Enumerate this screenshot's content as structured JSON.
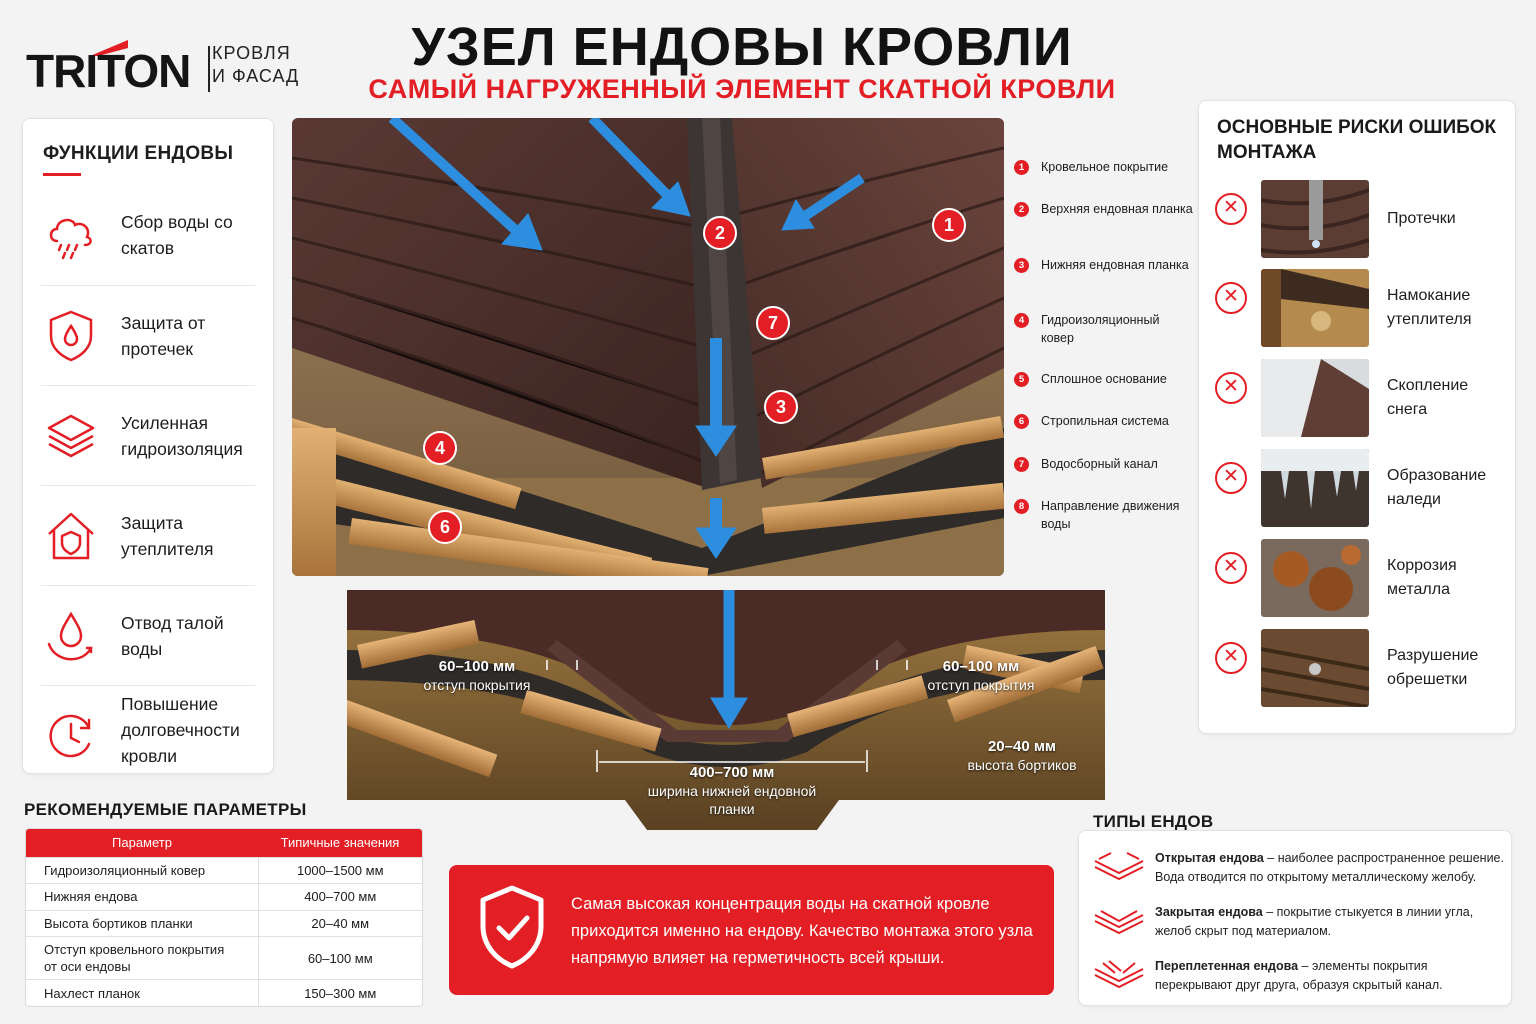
{
  "header": {
    "logo_text": "TRITON",
    "logo_tagline_1": "КРОВЛЯ",
    "logo_tagline_2": "И ФАСАД",
    "title": "УЗЕЛ ЕНДОВЫ КРОВЛИ",
    "subtitle": "САМЫЙ НАГРУЖЕННЫЙ ЭЛЕМЕНТ СКАТНОЙ КРОВЛИ"
  },
  "functions": {
    "title": "ФУНКЦИИ ЕНДОВЫ",
    "items": [
      {
        "icon": "rain-cloud-icon",
        "label": "Сбор воды со скатов"
      },
      {
        "icon": "shield-drop-icon",
        "label": "Защита от протечек"
      },
      {
        "icon": "layers-icon",
        "label": "Усиленная гидроизоляция"
      },
      {
        "icon": "house-shield-icon",
        "label": "Защита утеплителя"
      },
      {
        "icon": "drop-arrow-icon",
        "label": "Отвод талой воды"
      },
      {
        "icon": "clock-icon",
        "label": "Повышение долговечности кровли"
      }
    ]
  },
  "diagram": {
    "markers": [
      "1",
      "2",
      "3",
      "4",
      "6",
      "7"
    ],
    "legend": [
      {
        "num": "1",
        "label": "Кровельное покрытие"
      },
      {
        "num": "2",
        "label": "Верхняя ендовная планка"
      },
      {
        "num": "3",
        "label": "Нижняя ендовная планка"
      },
      {
        "num": "4",
        "label": "Гидроизоляционный ковер"
      },
      {
        "num": "5",
        "label": "Сплошное основание"
      },
      {
        "num": "6",
        "label": "Стропильная система"
      },
      {
        "num": "7",
        "label": "Водосборный канал"
      },
      {
        "num": "8",
        "label": "Направление движения воды"
      }
    ]
  },
  "section": {
    "left_value": "60–100 мм",
    "left_caption": "отступ покрытия",
    "right_value": "60–100 мм",
    "right_caption": "отступ покрытия",
    "height_value": "20–40 мм",
    "height_caption": "высота бортиков",
    "width_value": "400–700 мм",
    "width_caption": "ширина нижней ендовной планки"
  },
  "risks": {
    "title": "ОСНОВНЫЕ РИСКИ ОШИБОК МОНТАЖА",
    "mark": "✕",
    "items": [
      {
        "label": "Протечки"
      },
      {
        "label": "Намокание утеплителя"
      },
      {
        "label": "Скопление снега"
      },
      {
        "label": "Образование наледи"
      },
      {
        "label": "Коррозия металла"
      },
      {
        "label": "Разрушение обрешетки"
      }
    ]
  },
  "params": {
    "title": "РЕКОМЕНДУЕМЫЕ ПАРАМЕТРЫ",
    "headers": [
      "Параметр",
      "Типичные значения"
    ],
    "rows": [
      [
        "Гидроизоляционный ковер",
        "1000–1500 мм"
      ],
      [
        "Нижняя ендова",
        "400–700 мм"
      ],
      [
        "Высота бортиков планки",
        "20–40 мм"
      ],
      [
        "Отступ кровельного покрытия от оси ендовы",
        "60–100 мм"
      ],
      [
        "Нахлест планок",
        "150–300 мм"
      ]
    ]
  },
  "callout": {
    "text": "Самая высокая концентрация воды на скатной кровле приходится именно на ендову. Качество монтажа этого узла напрямую влияет на герметичность всей крыши."
  },
  "types": {
    "title": "ТИПЫ ЕНДОВ",
    "items": [
      {
        "name": "Открытая ендова",
        "desc": " – наиболее распространенное решение. Вода отводится по открытому металлическому желобу."
      },
      {
        "name": "Закрытая ендова",
        "desc": " – покрытие стыкуется в линии угла, желоб скрыт под материалом."
      },
      {
        "name": "Переплетенная ендова",
        "desc": " – элементы покрытия перекрывают друг друга, образуя скрытый канал."
      }
    ]
  },
  "colors": {
    "accent": "#e31e24",
    "roof": "#4a2e28",
    "wood": "#c99557",
    "water": "#2d8ee0"
  }
}
